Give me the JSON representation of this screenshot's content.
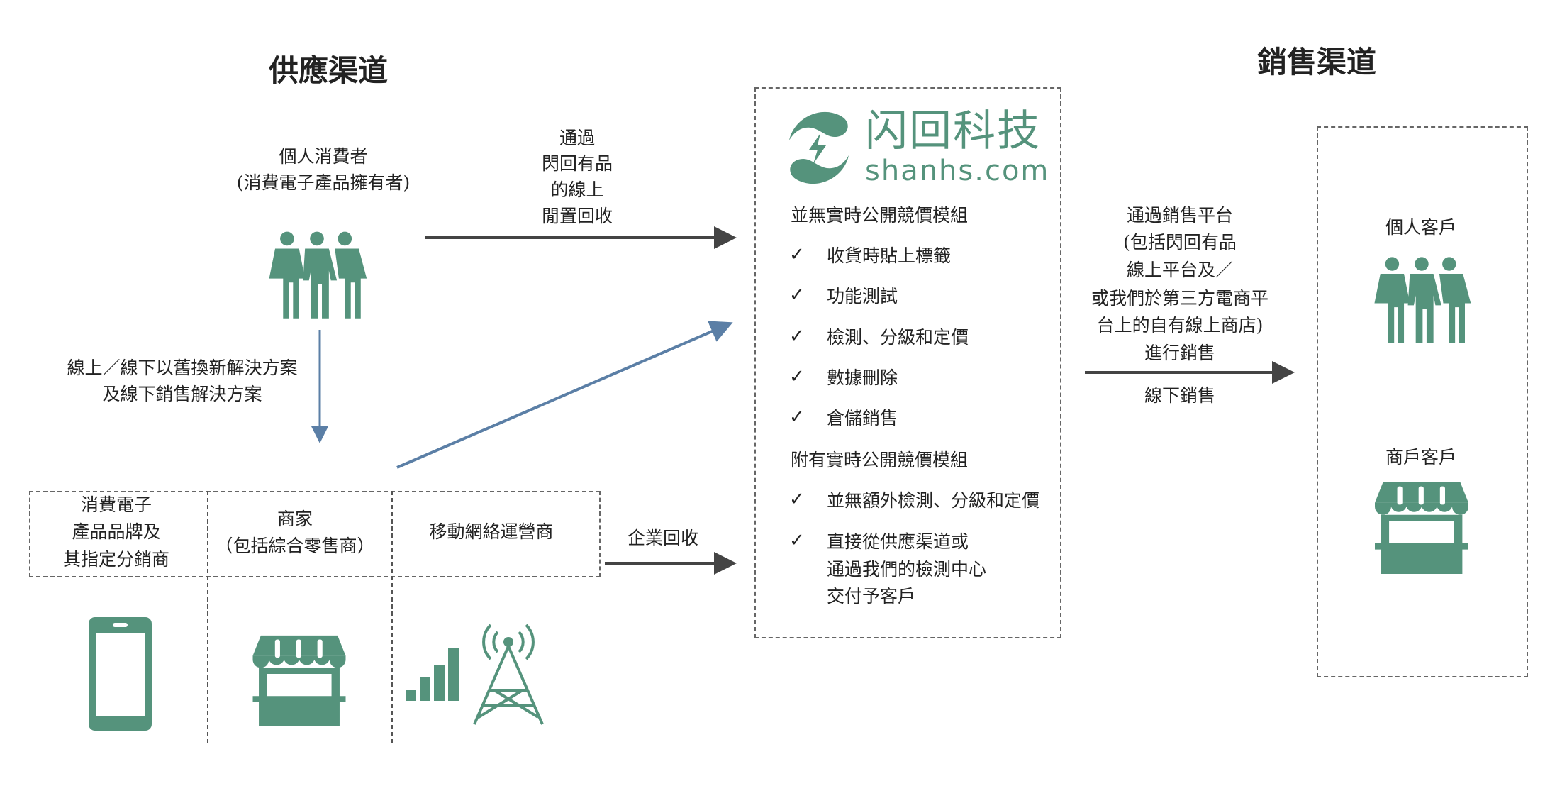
{
  "titles": {
    "supply": "供應渠道",
    "sales": "銷售渠道"
  },
  "consumer": {
    "line1": "個人消費者",
    "line2": "(消費電子產品擁有者)"
  },
  "online_recycle": [
    "通過",
    "閃回有品",
    "的線上",
    "閒置回收"
  ],
  "trade_in": [
    "線上／線下以舊換新解決方案",
    "及線下銷售解決方案"
  ],
  "suppliers": [
    {
      "lines": [
        "消費電子",
        "產品品牌及",
        "其指定分銷商"
      ]
    },
    {
      "lines": [
        "商家",
        "（包括綜合零售商）"
      ]
    },
    {
      "lines": [
        "移動網絡運營商"
      ]
    }
  ],
  "enterprise_recycle": "企業回收",
  "logo": {
    "cn": "闪回科技",
    "en": "shanhs.com"
  },
  "modules": {
    "no_auction_header": "並無實時公開競價模組",
    "no_auction_items": [
      "收貨時貼上標籤",
      "功能測試",
      "檢測、分級和定價",
      "數據刪除",
      "倉儲銷售"
    ],
    "auction_header": "附有實時公開競價模組",
    "auction_items": [
      {
        "lines": [
          "並無額外檢測、分級和定價"
        ]
      },
      {
        "lines": [
          "直接從供應渠道或",
          "通過我們的檢測中心",
          "交付予客戶"
        ]
      }
    ],
    "check_mark": "✓"
  },
  "sales_channel": {
    "online": [
      "通過銷售平台",
      "(包括閃回有品",
      "線上平台及／",
      "或我們於第三方電商平",
      "台上的自有線上商店)",
      "進行銷售"
    ],
    "offline": "線下銷售"
  },
  "customers": {
    "individual": "個人客戶",
    "merchant": "商戶客戶"
  },
  "colors": {
    "green": "#55937c",
    "blue_arrow": "#5b7fa6",
    "dark_arrow": "#444444"
  }
}
